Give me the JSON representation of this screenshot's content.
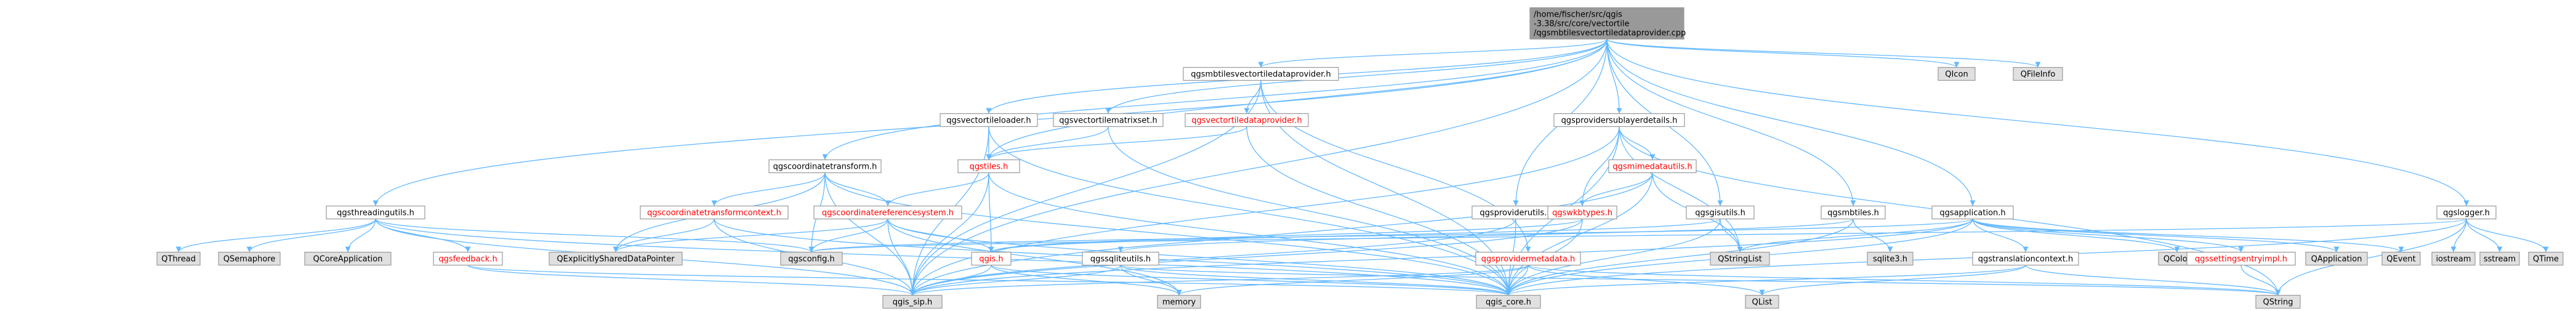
{
  "diagram": {
    "type": "include-dependency-graph",
    "colors": {
      "edge": "#63b8ff",
      "root_fill": "#999999",
      "documented_fill": "#ffffff",
      "documented_text": "#000000",
      "undocumented_fill": "#e0e0e0",
      "undocumented_text": "#000000",
      "incomplete_border": "#ff0000",
      "incomplete_text": "#ff0000",
      "border": "#999999"
    },
    "nodes": [
      {
        "id": "root",
        "lines": [
          "/home/fischer/src/qgis",
          "-3.38/src/core/vectortile",
          "/qgsmbtilesvectortiledataprovider.cpp"
        ],
        "style": "root"
      },
      {
        "id": "mbtilesprov",
        "lines": [
          "qgsmbtilesvectortiledataprovider.h"
        ],
        "style": "doc"
      },
      {
        "id": "qicon",
        "lines": [
          "QIcon"
        ],
        "style": "ext"
      },
      {
        "id": "qfileinfo",
        "lines": [
          "QFileInfo"
        ],
        "style": "ext"
      },
      {
        "id": "tileloader",
        "lines": [
          "qgsvectortileloader.h"
        ],
        "style": "doc"
      },
      {
        "id": "matrixset",
        "lines": [
          "qgsvectortilematrixset.h"
        ],
        "style": "doc"
      },
      {
        "id": "vtdataprov",
        "lines": [
          "qgsvectortiledataprovider.h"
        ],
        "style": "red"
      },
      {
        "id": "sublayer",
        "lines": [
          "qgsprovidersublayerdetails.h"
        ],
        "style": "doc"
      },
      {
        "id": "coordxform",
        "lines": [
          "qgscoordinatetransform.h"
        ],
        "style": "doc"
      },
      {
        "id": "tiles",
        "lines": [
          "qgstiles.h"
        ],
        "style": "red"
      },
      {
        "id": "mimedata",
        "lines": [
          "qgsmimedatautils.h"
        ],
        "style": "red"
      },
      {
        "id": "threading",
        "lines": [
          "qgsthreadingutils.h"
        ],
        "style": "doc"
      },
      {
        "id": "ctcontext",
        "lines": [
          "qgscoordinatetransformcontext.h"
        ],
        "style": "red"
      },
      {
        "id": "crs",
        "lines": [
          "qgscoordinatereferencesystem.h"
        ],
        "style": "red"
      },
      {
        "id": "provutils",
        "lines": [
          "qgsproviderutils.h"
        ],
        "style": "doc"
      },
      {
        "id": "wkbtypes",
        "lines": [
          "qgswkbtypes.h"
        ],
        "style": "red"
      },
      {
        "id": "gisutils",
        "lines": [
          "qgsgisutils.h"
        ],
        "style": "doc"
      },
      {
        "id": "mbtiles",
        "lines": [
          "qgsmbtiles.h"
        ],
        "style": "doc"
      },
      {
        "id": "application",
        "lines": [
          "qgsapplication.h"
        ],
        "style": "doc"
      },
      {
        "id": "logger",
        "lines": [
          "qgslogger.h"
        ],
        "style": "doc"
      },
      {
        "id": "qthread",
        "lines": [
          "QThread"
        ],
        "style": "ext"
      },
      {
        "id": "qsemaphore",
        "lines": [
          "QSemaphore"
        ],
        "style": "ext"
      },
      {
        "id": "qcoreapp",
        "lines": [
          "QCoreApplication"
        ],
        "style": "ext"
      },
      {
        "id": "feedback",
        "lines": [
          "qgsfeedback.h"
        ],
        "style": "red"
      },
      {
        "id": "qexplicit",
        "lines": [
          "QExplicitlySharedDataPointer"
        ],
        "style": "ext"
      },
      {
        "id": "config",
        "lines": [
          "qgsconfig.h"
        ],
        "style": "ext"
      },
      {
        "id": "qgis",
        "lines": [
          "qgis.h"
        ],
        "style": "red"
      },
      {
        "id": "sqliteutils",
        "lines": [
          "qgssqliteutils.h"
        ],
        "style": "doc"
      },
      {
        "id": "provmeta",
        "lines": [
          "qgsprovidermetadata.h"
        ],
        "style": "red"
      },
      {
        "id": "qstringlist",
        "lines": [
          "QStringList"
        ],
        "style": "ext"
      },
      {
        "id": "sqlite3",
        "lines": [
          "sqlite3.h"
        ],
        "style": "ext"
      },
      {
        "id": "translation",
        "lines": [
          "qgstranslationcontext.h"
        ],
        "style": "doc"
      },
      {
        "id": "qcolor",
        "lines": [
          "QColor"
        ],
        "style": "ext"
      },
      {
        "id": "settingsentry",
        "lines": [
          "qgssettingsentryimpl.h"
        ],
        "style": "red"
      },
      {
        "id": "qapplication",
        "lines": [
          "QApplication"
        ],
        "style": "ext"
      },
      {
        "id": "qevent",
        "lines": [
          "QEvent"
        ],
        "style": "ext"
      },
      {
        "id": "iostream",
        "lines": [
          "iostream"
        ],
        "style": "ext"
      },
      {
        "id": "sstream",
        "lines": [
          "sstream"
        ],
        "style": "ext"
      },
      {
        "id": "qtime",
        "lines": [
          "QTime"
        ],
        "style": "ext"
      },
      {
        "id": "memory",
        "lines": [
          "memory"
        ],
        "style": "ext"
      },
      {
        "id": "qlist",
        "lines": [
          "QList"
        ],
        "style": "ext"
      },
      {
        "id": "qstring",
        "lines": [
          "QString"
        ],
        "style": "ext"
      },
      {
        "id": "gissip",
        "lines": [
          "qgis_sip.h"
        ],
        "style": "ext"
      },
      {
        "id": "giscore",
        "lines": [
          "qgis_core.h"
        ],
        "style": "ext"
      }
    ],
    "edges": [
      [
        "root",
        "mbtilesprov"
      ],
      [
        "root",
        "qicon"
      ],
      [
        "root",
        "qfileinfo"
      ],
      [
        "root",
        "tileloader"
      ],
      [
        "root",
        "matrixset"
      ],
      [
        "root",
        "sublayer"
      ],
      [
        "root",
        "coordxform"
      ],
      [
        "root",
        "tiles"
      ],
      [
        "root",
        "threading"
      ],
      [
        "root",
        "provutils"
      ],
      [
        "root",
        "gisutils"
      ],
      [
        "root",
        "mbtiles"
      ],
      [
        "root",
        "application"
      ],
      [
        "root",
        "logger"
      ],
      [
        "root",
        "gissip"
      ],
      [
        "mbtilesprov",
        "vtdataprov"
      ],
      [
        "mbtilesprov",
        "provmeta"
      ],
      [
        "mbtilesprov",
        "giscore"
      ],
      [
        "mbtilesprov",
        "gissip"
      ],
      [
        "tileloader",
        "tiles"
      ],
      [
        "tileloader",
        "giscore"
      ],
      [
        "tileloader",
        "gissip"
      ],
      [
        "matrixset",
        "tiles"
      ],
      [
        "matrixset",
        "giscore"
      ],
      [
        "vtdataprov",
        "tiles"
      ],
      [
        "vtdataprov",
        "giscore"
      ],
      [
        "sublayer",
        "mimedata"
      ],
      [
        "sublayer",
        "wkbtypes"
      ],
      [
        "sublayer",
        "giscore"
      ],
      [
        "sublayer",
        "gissip"
      ],
      [
        "sublayer",
        "qstringlist"
      ],
      [
        "sublayer",
        "qstring"
      ],
      [
        "coordxform",
        "ctcontext"
      ],
      [
        "coordxform",
        "crs"
      ],
      [
        "coordxform",
        "config"
      ],
      [
        "coordxform",
        "qexplicit"
      ],
      [
        "coordxform",
        "giscore"
      ],
      [
        "coordxform",
        "gissip"
      ],
      [
        "tiles",
        "crs"
      ],
      [
        "tiles",
        "qgis"
      ],
      [
        "tiles",
        "giscore"
      ],
      [
        "tiles",
        "gissip"
      ],
      [
        "mimedata",
        "wkbtypes"
      ],
      [
        "mimedata",
        "qstringlist"
      ],
      [
        "mimedata",
        "giscore"
      ],
      [
        "mimedata",
        "gissip"
      ],
      [
        "threading",
        "qthread"
      ],
      [
        "threading",
        "qsemaphore"
      ],
      [
        "threading",
        "qcoreapp"
      ],
      [
        "threading",
        "feedback"
      ],
      [
        "threading",
        "config"
      ],
      [
        "threading",
        "giscore"
      ],
      [
        "threading",
        "gissip"
      ],
      [
        "ctcontext",
        "qexplicit"
      ],
      [
        "ctcontext",
        "giscore"
      ],
      [
        "ctcontext",
        "gissip"
      ],
      [
        "crs",
        "qexplicit"
      ],
      [
        "crs",
        "config"
      ],
      [
        "crs",
        "qgis"
      ],
      [
        "crs",
        "giscore"
      ],
      [
        "crs",
        "gissip"
      ],
      [
        "crs",
        "memory"
      ],
      [
        "provutils",
        "giscore"
      ],
      [
        "provutils",
        "gissip"
      ],
      [
        "wkbtypes",
        "qgis"
      ],
      [
        "wkbtypes",
        "giscore"
      ],
      [
        "wkbtypes",
        "gissip"
      ],
      [
        "gisutils",
        "qgis"
      ],
      [
        "gisutils",
        "qstringlist"
      ],
      [
        "gisutils",
        "giscore"
      ],
      [
        "mbtiles",
        "sqliteutils"
      ],
      [
        "mbtiles",
        "sqlite3"
      ],
      [
        "mbtiles",
        "giscore"
      ],
      [
        "application",
        "qcolor"
      ],
      [
        "application",
        "settingsentry"
      ],
      [
        "application",
        "qapplication"
      ],
      [
        "application",
        "qevent"
      ],
      [
        "application",
        "translation"
      ],
      [
        "application",
        "qstringlist"
      ],
      [
        "application",
        "config"
      ],
      [
        "application",
        "giscore"
      ],
      [
        "application",
        "gissip"
      ],
      [
        "logger",
        "iostream"
      ],
      [
        "logger",
        "sstream"
      ],
      [
        "logger",
        "qtime"
      ],
      [
        "logger",
        "qstring"
      ],
      [
        "logger",
        "giscore"
      ],
      [
        "logger",
        "config"
      ],
      [
        "feedback",
        "giscore"
      ],
      [
        "feedback",
        "gissip"
      ],
      [
        "qgis",
        "gissip"
      ],
      [
        "qgis",
        "giscore"
      ],
      [
        "qgis",
        "memory"
      ],
      [
        "sqliteutils",
        "gissip"
      ],
      [
        "sqliteutils",
        "memory"
      ],
      [
        "sqliteutils",
        "qstring"
      ],
      [
        "sqliteutils",
        "giscore"
      ],
      [
        "provmeta",
        "qlist"
      ],
      [
        "provmeta",
        "memory"
      ],
      [
        "provmeta",
        "qstring"
      ],
      [
        "provmeta",
        "giscore"
      ],
      [
        "provmeta",
        "gissip"
      ],
      [
        "translation",
        "qstring"
      ],
      [
        "translation",
        "giscore"
      ],
      [
        "translation",
        "qlist"
      ],
      [
        "settingsentry",
        "qstring"
      ]
    ]
  }
}
